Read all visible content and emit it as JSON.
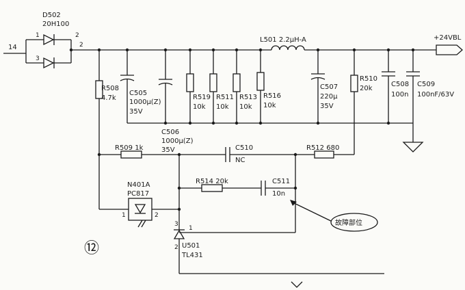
{
  "labels": {
    "d502": "D502",
    "d502_part": "20H100",
    "pin1": "1",
    "pin3": "3",
    "pin2": "2",
    "node14": "14",
    "node2": "2",
    "l501": "L501 2.2μH-A",
    "vout": "+24VBL",
    "r508": "R508",
    "r508_val": "4.7k",
    "c505": "C505",
    "c505_val": "1000μ(Z)",
    "c505_v": "35V",
    "c506": "C506",
    "c506_val": "1000μ(Z)",
    "c506_v": "35V",
    "r519": "R519",
    "r519_val": "10k",
    "r511": "R511",
    "r511_val": "10k",
    "r513": "R513",
    "r513_val": "10k",
    "r516": "R516",
    "r516_val": "10k",
    "c507": "C507",
    "c507_val": "220μ",
    "c507_v": "35V",
    "r510": "R510",
    "r510_val": "20k",
    "c508": "C508",
    "c508_val": "100n",
    "c509": "C509",
    "c509_val": "100nF/63V",
    "r509": "R509 1k",
    "c510": "C510",
    "c510_val": "NC",
    "r512": "R512 680",
    "n401a": "N401A",
    "n401a_part": "PC817",
    "oc_pin1": "1",
    "oc_pin2": "2",
    "r514": "R514 20k",
    "c511": "C511",
    "c511_val": "10n",
    "u501": "U501",
    "u501_part": "TL431",
    "u_pin3": "3",
    "u_pin2": "2",
    "u_pin1": "1",
    "fault": "故障部位",
    "circle12": "⑫"
  }
}
